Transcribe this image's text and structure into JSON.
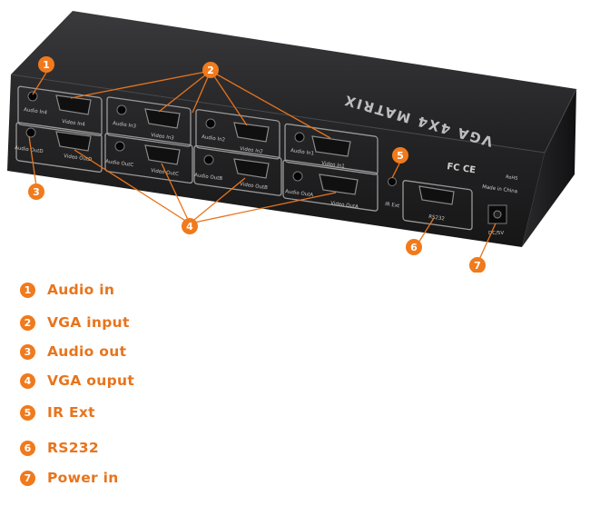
{
  "device": {
    "title": "VGA 4X4 MATRIX",
    "made_in": "Made in China",
    "rohs": "RoHS",
    "ports": {
      "audio_in4": "Audio In4",
      "video_in4": "Video In4",
      "audio_in3": "Audio In3",
      "video_in3": "Video In3",
      "audio_in2": "Audio In2",
      "video_in2": "Video In2",
      "audio_in1": "Audio In1",
      "video_in1": "Video In1",
      "audio_outd": "Audio OutD",
      "video_outd": "Video OutD",
      "audio_outc": "Audio OutC",
      "video_outc": "Video OutC",
      "audio_outb": "Audio OutB",
      "video_outb": "Video OutB",
      "audio_outa": "Audio OutA",
      "video_outa": "Video OutA",
      "ir_ext": "IR Ext",
      "rs232": "RS232",
      "dc": "DC/5V"
    }
  },
  "callouts": {
    "c1": "1",
    "c2": "2",
    "c3": "3",
    "c4": "4",
    "c5": "5",
    "c6": "6",
    "c7": "7"
  },
  "legend": [
    {
      "num": "1",
      "label": "Audio in"
    },
    {
      "num": "2",
      "label": "VGA input"
    },
    {
      "num": "3",
      "label": "Audio out"
    },
    {
      "num": "4",
      "label": "VGA ouput"
    },
    {
      "num": "5",
      "label": "IR Ext"
    },
    {
      "num": "6",
      "label": "RS232"
    },
    {
      "num": "7",
      "label": "Power in"
    }
  ],
  "colors": {
    "accent": "#f07a1c",
    "legend_text": "#e8741c",
    "chassis": "#2b2b2d"
  }
}
